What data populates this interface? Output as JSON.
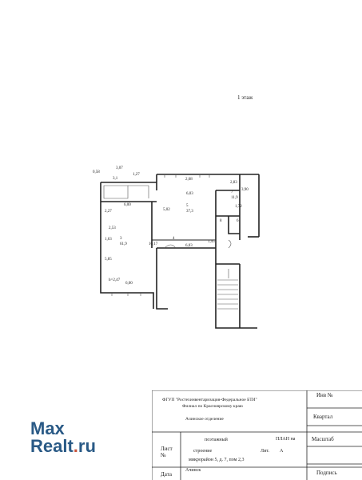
{
  "floor_label": "1 этаж",
  "dimensions": {
    "d_0_58": "0,58",
    "d_3_07": "3,07",
    "d_1_27": "1,27",
    "d_3_1": "3,1",
    "d_2_68": "2,68",
    "d_2_83": "2,83",
    "d_6_03_top": "6,03",
    "d_3_90": "3,90",
    "d_6_00_top": "6,00",
    "d_2_27": "2,27",
    "d_5_02": "5,02",
    "d_37_3": "37,3",
    "d_11_9": "11,9",
    "d_1_72": "1,72",
    "d_10_17": "10,17",
    "d_61_9": "61,9",
    "d_1_63": "1,63",
    "d_5_85": "5,85",
    "d_h247": "h=2,47",
    "d_6_00_bottom": "6,00",
    "d_6_03_mid": "6,03",
    "d_1_45": "1,45",
    "d_2_53": "2,53"
  },
  "rooms": {
    "r3": "3",
    "r4": "4",
    "r5": "5",
    "r6": "6",
    "r7": "7",
    "r8": "8"
  },
  "stamp": {
    "org_line1": "ФГУП \"Ростехинвентаризация-Федеральное БТИ\"",
    "org_line2": "Филиал по Красноярскому краю",
    "dept": "Ачинское отделение",
    "inv": "Инв №",
    "kvartal": "Квартал",
    "masshtab": "Масштаб",
    "list": "Лист",
    "list_no": "№",
    "plan_label": "поэтажный",
    "plan_word": "ПЛАН на",
    "stroenie": "строение",
    "lit": "Лит.",
    "lit_val": "А",
    "address": "микрорайон 5, д. 7, пом 2,3",
    "city": "Ачинск",
    "podpis": "Подпись",
    "data": "Дата"
  },
  "watermark": {
    "line1": "Max",
    "line2_a": "Realt",
    "line2_dot": ".",
    "line2_b": "ru"
  }
}
